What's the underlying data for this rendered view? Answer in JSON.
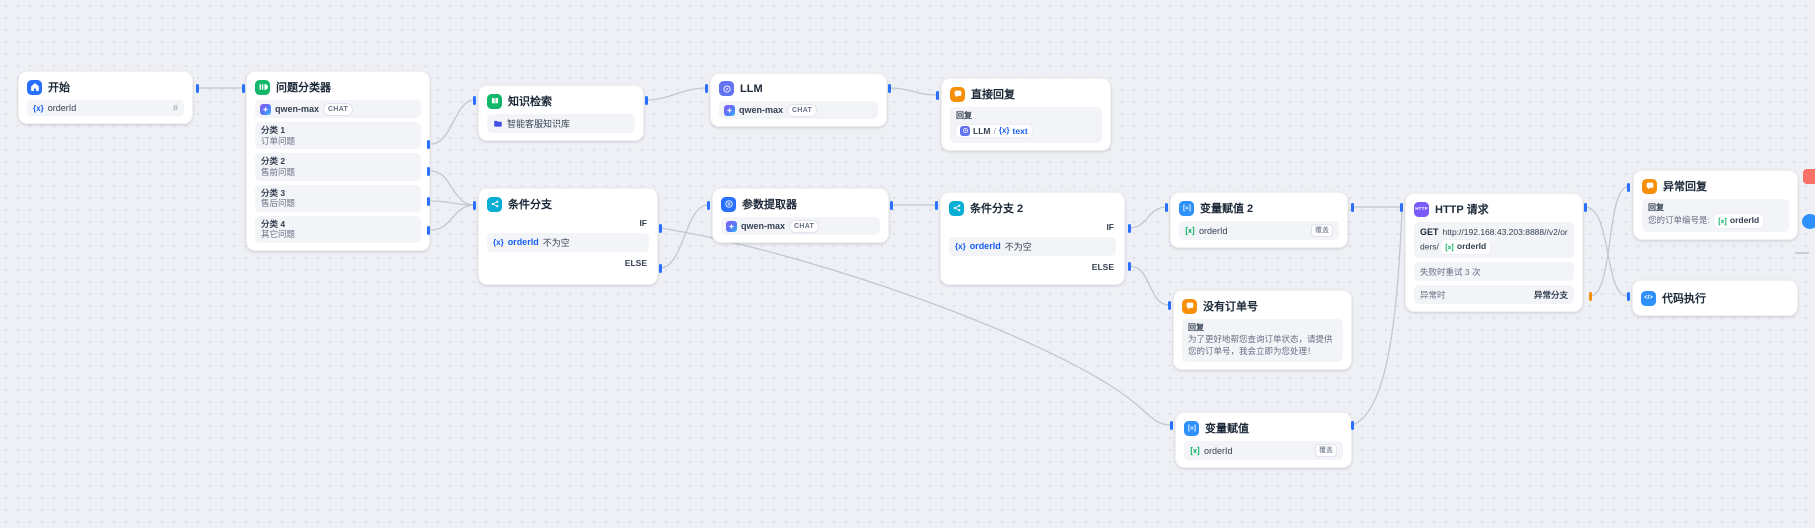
{
  "canvas": {
    "background": "#eef0f5",
    "dot_color": "#d9dde6",
    "edge_color": "#c2c7d2"
  },
  "colors": {
    "accent_blue": "#2970ff",
    "light_blue": "#2e90fa",
    "green": "#12b76a",
    "indigo": "#6172f3",
    "orange": "#f79009",
    "cyan": "#06aed4",
    "violet": "#7a5af8",
    "link_blue": "#155eef",
    "var_green": "#17b26a"
  },
  "nodes": {
    "start": {
      "title": "开始",
      "var_icon": "{x}",
      "input_var": "orderId",
      "type_hint": "#"
    },
    "classifier": {
      "title": "问题分类器",
      "model": "qwen-max",
      "mode": "CHAT",
      "classes": [
        {
          "label": "分类 1",
          "desc": "订单问题"
        },
        {
          "label": "分类 2",
          "desc": "售前问题"
        },
        {
          "label": "分类 3",
          "desc": "售后问题"
        },
        {
          "label": "分类 4",
          "desc": "其它问题"
        }
      ]
    },
    "knowledge": {
      "title": "知识检索",
      "dataset": "智能客服知识库"
    },
    "llm": {
      "title": "LLM",
      "model": "qwen-max",
      "mode": "CHAT"
    },
    "direct_reply": {
      "title": "直接回复",
      "reply_label": "回复",
      "ref_node": "LLM",
      "separator": "/",
      "var_icon": "{x}",
      "ref_var": "text"
    },
    "if1": {
      "title": "条件分支",
      "if_label": "IF",
      "else_label": "ELSE",
      "var_icon": "{x}",
      "var": "orderId",
      "op": "不为空"
    },
    "extractor": {
      "title": "参数提取器",
      "model": "qwen-max",
      "mode": "CHAT"
    },
    "if2": {
      "title": "条件分支 2",
      "if_label": "IF",
      "else_label": "ELSE",
      "var_icon": "{x}",
      "var": "orderId",
      "op": "不为空"
    },
    "assign2": {
      "title": "变量赋值 2",
      "var": "orderId",
      "op_badge": "覆盖"
    },
    "no_order": {
      "title": "没有订单号",
      "reply_label": "回复",
      "text": "为了更好地帮您查询订单状态，请提供您的订单号，我会立即为您处理！"
    },
    "http": {
      "title": "HTTP 请求",
      "icon_text": "HTTP",
      "method": "GET",
      "url": "http://192.168.43.203:8888//v2/orders/",
      "url_var": "orderId",
      "retry_text": "失败时重试 3 次",
      "error_label": "异常时",
      "error_value": "异常分支"
    },
    "error_reply": {
      "title": "异常回复",
      "reply_label": "回复",
      "text": "您的订单编号是:",
      "var": "orderId"
    },
    "code": {
      "title": "代码执行",
      "icon_text": "</>"
    },
    "assign1": {
      "title": "变量赋值",
      "var": "orderId",
      "op_badge": "覆盖"
    }
  }
}
